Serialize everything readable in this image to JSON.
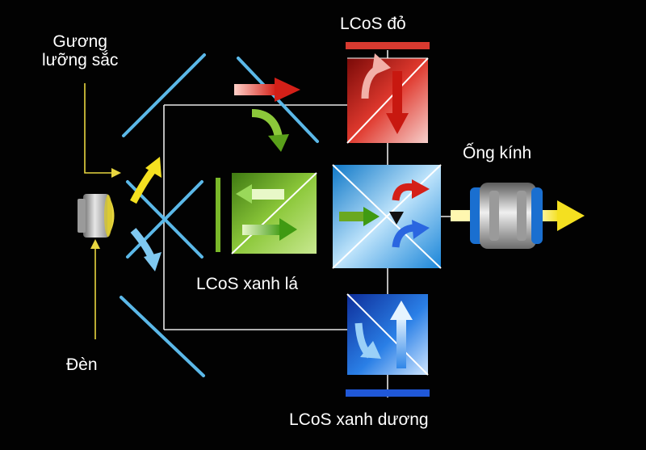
{
  "labels": {
    "dichroic_mirror_line1": "Gương",
    "dichroic_mirror_line2": "lưỡng sắc",
    "lcos_red": "LCoS đỏ",
    "lens": "Ống kính",
    "lcos_green": "LCoS xanh lá",
    "lamp": "Đèn",
    "lcos_blue": "LCoS xanh dương"
  },
  "colors": {
    "background": "#020202",
    "mirror": "#5bb8e8",
    "light_path": "#ffffff",
    "annotation_line": "#e8d640",
    "red_channel": "#c8201c",
    "green_channel": "#7ab82a",
    "blue_channel": "#1a5fd0",
    "output_beam": "#f4e020"
  }
}
